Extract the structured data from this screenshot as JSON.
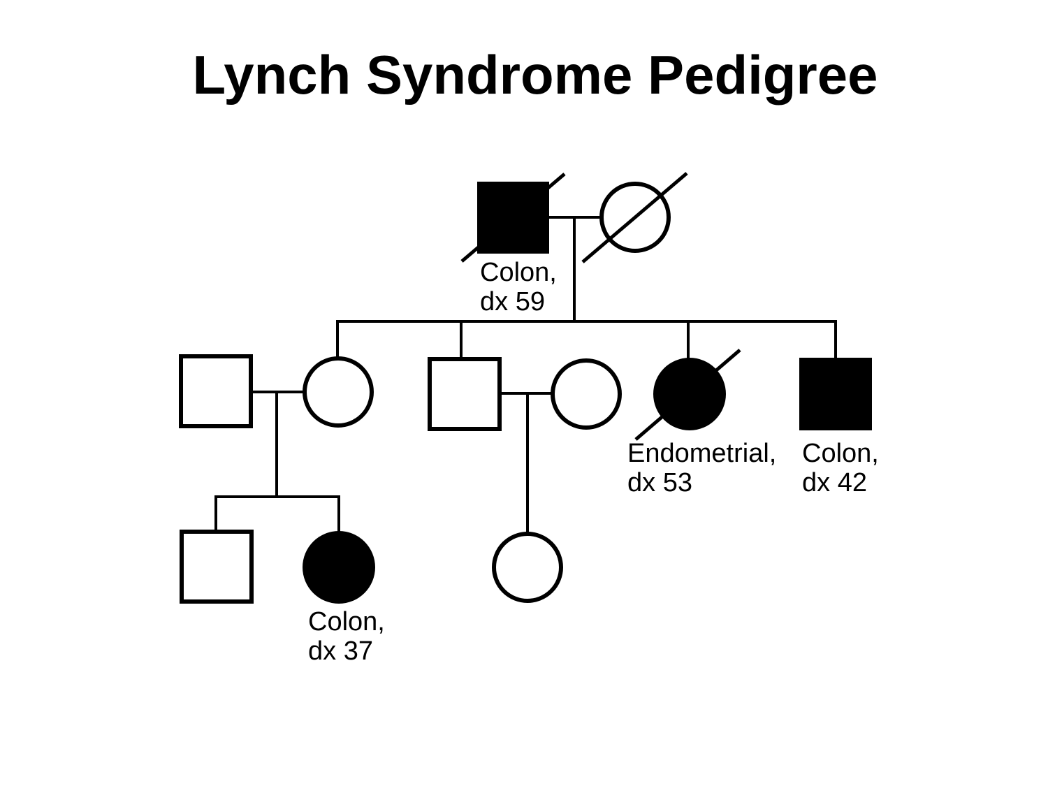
{
  "title": "Lynch Syndrome Pedigree",
  "colors": {
    "foreground": "#000000",
    "background": "#ffffff",
    "affected_fill": "#000000",
    "unaffected_fill": "#ffffff"
  },
  "individuals": {
    "gen1_father": {
      "generation": 1,
      "symbol": "square-male",
      "affected": true,
      "deceased": true,
      "label": "Colon,\ndx 59"
    },
    "gen1_mother": {
      "generation": 1,
      "symbol": "circle-female",
      "affected": false,
      "deceased": true
    },
    "gen2_daughters_husband": {
      "generation": 2,
      "symbol": "square-male",
      "affected": false,
      "deceased": false
    },
    "gen2_daughter": {
      "generation": 2,
      "symbol": "circle-female",
      "affected": false,
      "deceased": false
    },
    "gen2_son": {
      "generation": 2,
      "symbol": "square-male",
      "affected": false,
      "deceased": false
    },
    "gen2_sons_wife": {
      "generation": 2,
      "symbol": "circle-female",
      "affected": false,
      "deceased": false
    },
    "gen2_affected_daughter": {
      "generation": 2,
      "symbol": "circle-female",
      "affected": true,
      "deceased": true,
      "label": "Endometrial,\ndx 53"
    },
    "gen2_affected_son": {
      "generation": 2,
      "symbol": "square-male",
      "affected": true,
      "deceased": false,
      "label": "Colon,\ndx 42"
    },
    "gen3_grandson": {
      "generation": 3,
      "symbol": "square-male",
      "affected": false,
      "deceased": false
    },
    "gen3_affected_granddaughter": {
      "generation": 3,
      "symbol": "circle-female",
      "affected": true,
      "deceased": false,
      "label": "Colon,\ndx 37"
    },
    "gen3_granddaughter": {
      "generation": 3,
      "symbol": "circle-female",
      "affected": false,
      "deceased": false
    }
  }
}
